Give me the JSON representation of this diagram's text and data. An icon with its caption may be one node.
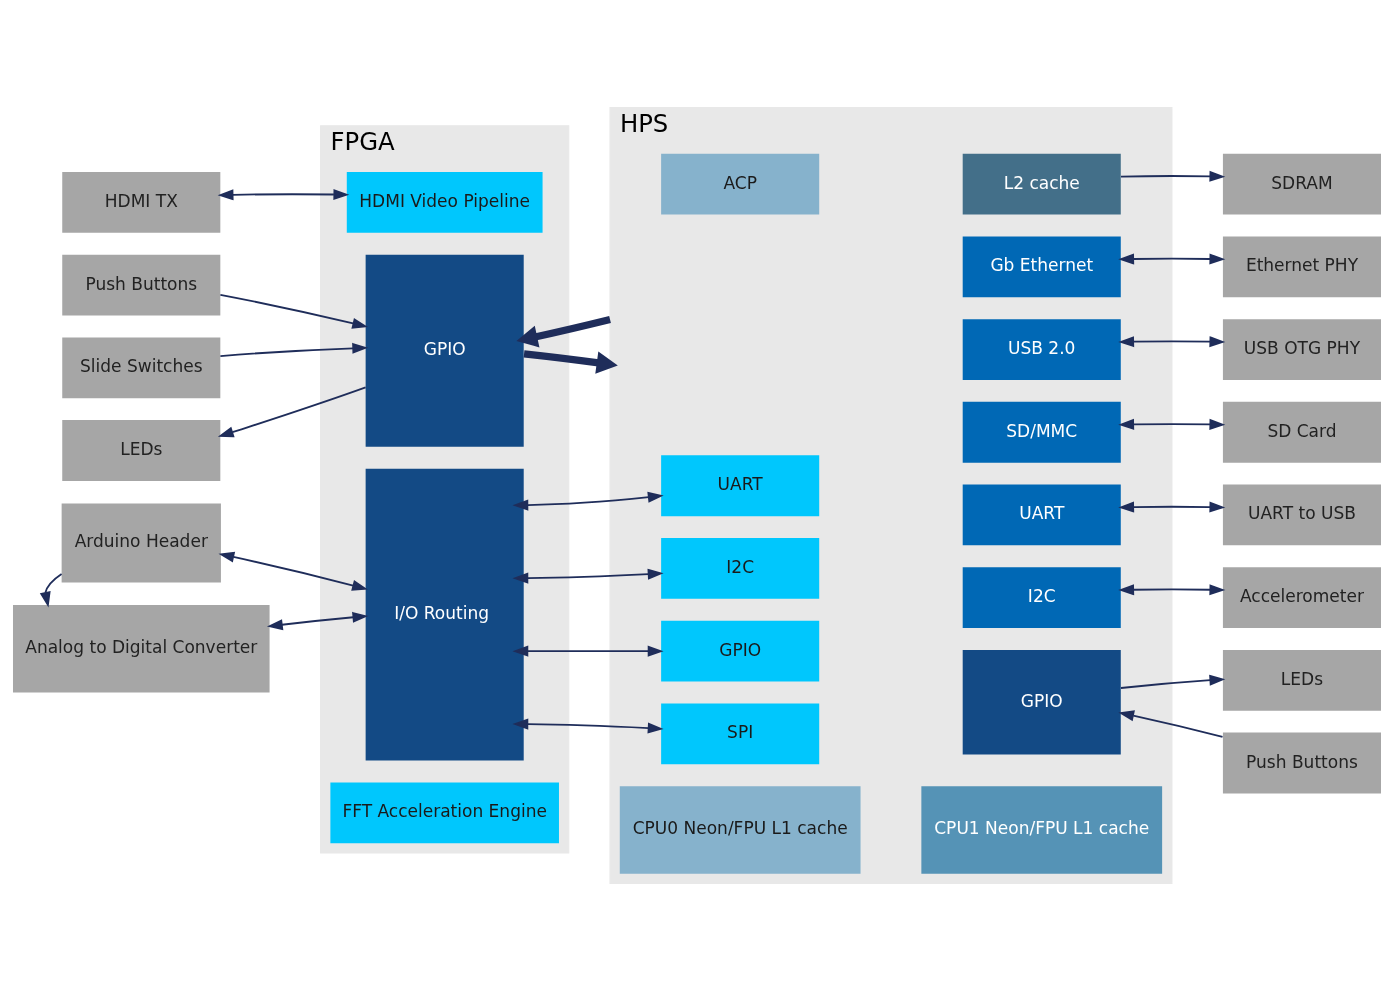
{
  "diagram": {
    "nodes": [
      {
        "text": [
          "FPGA"
        ]
      },
      {
        "text": [
          "FFT Acceleration Engine"
        ],
        "in": 0
      },
      {
        "text": [
          "HDMI Video Pipeline"
        ],
        "in": 0
      },
      {
        "text": [
          "GPIO"
        ],
        "in": 0
      },
      {
        "text": [
          "I/O Routing"
        ],
        "in": 0
      },
      {
        "text": [
          "HPS"
        ]
      },
      {
        "text": [
          "CPU0 Neon/FPU L1 cache"
        ],
        "in": 5
      },
      {
        "text": [
          "CPU1 Neon/FPU L1 cache"
        ],
        "in": 5
      },
      {
        "text": [
          "ACP"
        ],
        "in": 5
      },
      {
        "text": [
          "L2 cache"
        ],
        "in": 5
      },
      {
        "text": [
          "Gb Ethernet"
        ],
        "in": 5
      },
      {
        "text": [
          "USB 2.0"
        ],
        "in": 5
      },
      {
        "text": [
          "SD/MMC"
        ],
        "in": 5
      },
      {
        "text": [
          "UART"
        ],
        "in": 5
      },
      {
        "text": [
          "I2C"
        ],
        "in": 5
      },
      {
        "text": [
          "GPIO"
        ],
        "in": 5
      },
      {
        "text": [
          "UART"
        ],
        "in": 5
      },
      {
        "text": [
          "I2C"
        ],
        "in": 5
      },
      {
        "text": [
          "GPIO"
        ],
        "in": 5
      },
      {
        "text": [
          "SPI"
        ],
        "in": 5
      },
      {
        "text": [
          "HDMI TX"
        ]
      },
      {
        "text": [
          "Push Buttons"
        ]
      },
      {
        "text": [
          "Slide Switches"
        ]
      },
      {
        "text": [
          "LEDs"
        ]
      },
      {
        "text": [
          "Arduino Header"
        ]
      },
      {
        "text": [
          "Analog to Digital Converter"
        ]
      },
      {
        "text": [
          "SDRAM"
        ]
      },
      {
        "text": [
          "Ethernet PHY"
        ]
      },
      {
        "text": [
          "USB OTG PHY"
        ]
      },
      {
        "text": [
          "SD Card"
        ]
      },
      {
        "text": [
          "UART to USB"
        ]
      },
      {
        "text": [
          "Accelerometer"
        ]
      },
      {
        "text": [
          "LEDs"
        ]
      },
      {
        "text": [
          "Push Buttons"
        ]
      }
    ],
    "edges": [
      {
        "from": 20,
        "to": 2,
        "arrow": "both"
      },
      {
        "from": 21,
        "to": 3,
        "arrow": "to"
      },
      {
        "from": 22,
        "to": 3,
        "arrow": "to"
      },
      {
        "from": 3,
        "to": 23,
        "arrow": "to"
      },
      {
        "from": 24,
        "to": 4,
        "arrow": "both"
      },
      {
        "from": 24,
        "to": 25,
        "arrow": "to"
      },
      {
        "from": 25,
        "to": 4,
        "arrow": "both"
      },
      {
        "from": 5,
        "to": 3,
        "arrow": "to",
        "style": "thick"
      },
      {
        "from": 3,
        "to": 5,
        "arrow": "to",
        "style": "thick"
      },
      {
        "from": 4,
        "to": 16,
        "arrow": "both"
      },
      {
        "from": 4,
        "to": 17,
        "arrow": "both"
      },
      {
        "from": 4,
        "to": 18,
        "arrow": "both"
      },
      {
        "from": 4,
        "to": 19,
        "arrow": "both"
      },
      {
        "from": 9,
        "to": 26,
        "arrow": "to"
      },
      {
        "from": 10,
        "to": 27,
        "arrow": "both"
      },
      {
        "from": 11,
        "to": 28,
        "arrow": "both"
      },
      {
        "from": 12,
        "to": 29,
        "arrow": "both"
      },
      {
        "from": 13,
        "to": 30,
        "arrow": "both"
      },
      {
        "from": 14,
        "to": 31,
        "arrow": "both"
      },
      {
        "from": 15,
        "to": 32,
        "arrow": "to"
      },
      {
        "from": 33,
        "to": 15,
        "arrow": "to"
      }
    ]
  }
}
